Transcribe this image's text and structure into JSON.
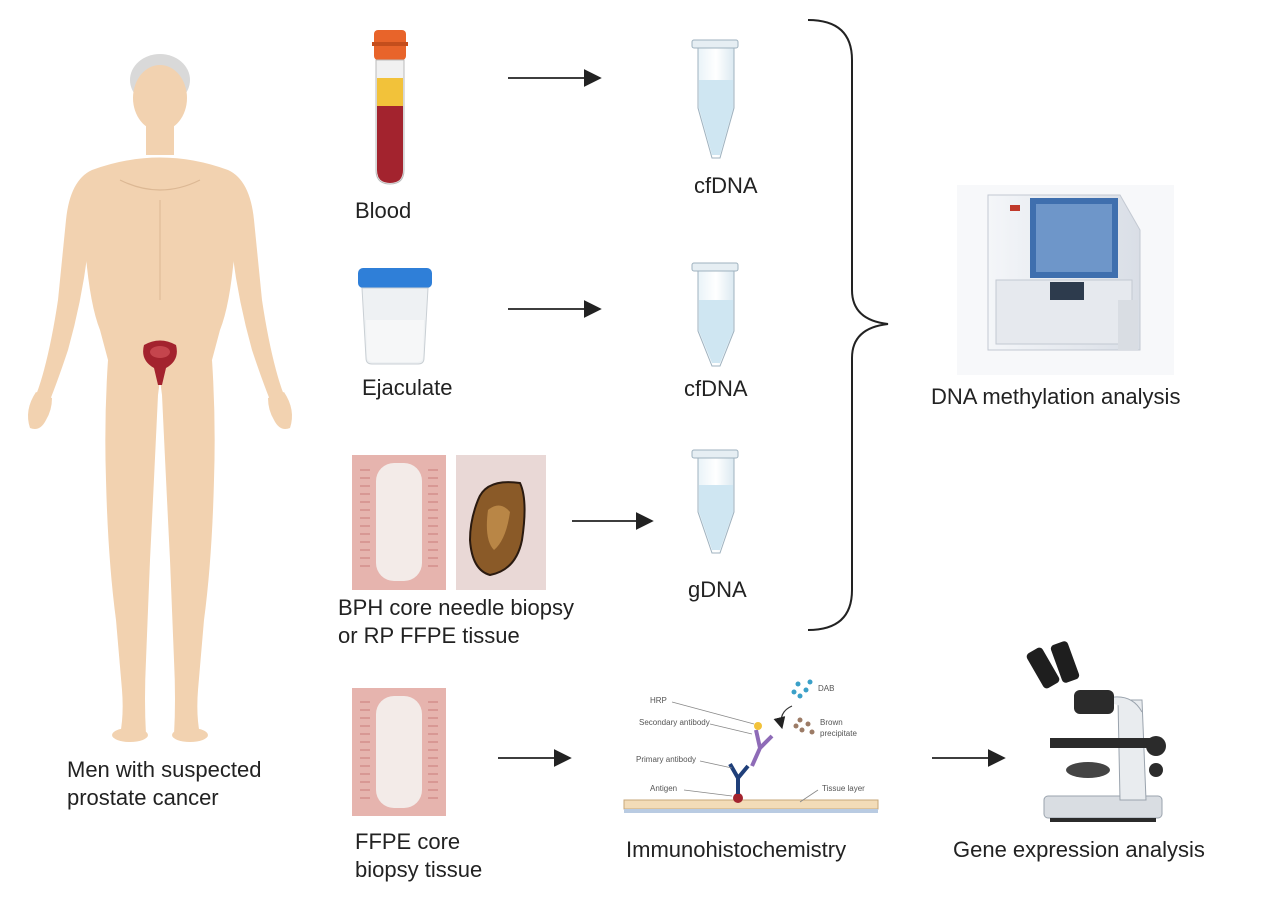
{
  "person": {
    "caption_line1": "Men with suspected",
    "caption_line2": "prostate cancer"
  },
  "samples": {
    "blood": "Blood",
    "ejaculate": "Ejaculate",
    "biopsy_line1": "BPH core needle biopsy",
    "biopsy_line2": "or RP FFPE tissue",
    "ffpe_line1": "FFPE core",
    "ffpe_line2": "biopsy tissue"
  },
  "extracts": {
    "cfdna_1": "cfDNA",
    "cfdna_2": "cfDNA",
    "gdna": "gDNA"
  },
  "analysis": {
    "methylation": "DNA methylation analysis",
    "ihc": "Immunohistochemistry",
    "gene_expression": "Gene expression analysis"
  },
  "ihc_labels": {
    "hrp": "HRP",
    "dab": "DAB",
    "secondary": "Secondary antibody",
    "brown": "Brown",
    "precipitate": "precipitate",
    "primary": "Primary antibody",
    "antigen": "Antigen",
    "tissue": "Tissue layer"
  },
  "colors": {
    "skin": "#F2D2B0",
    "blood": "#A3232E",
    "tube_liquid": "#CFE6F2",
    "cassette": "#E6B4AE",
    "cap_orange": "#E8642A",
    "cap_blue": "#2F7FD8"
  }
}
